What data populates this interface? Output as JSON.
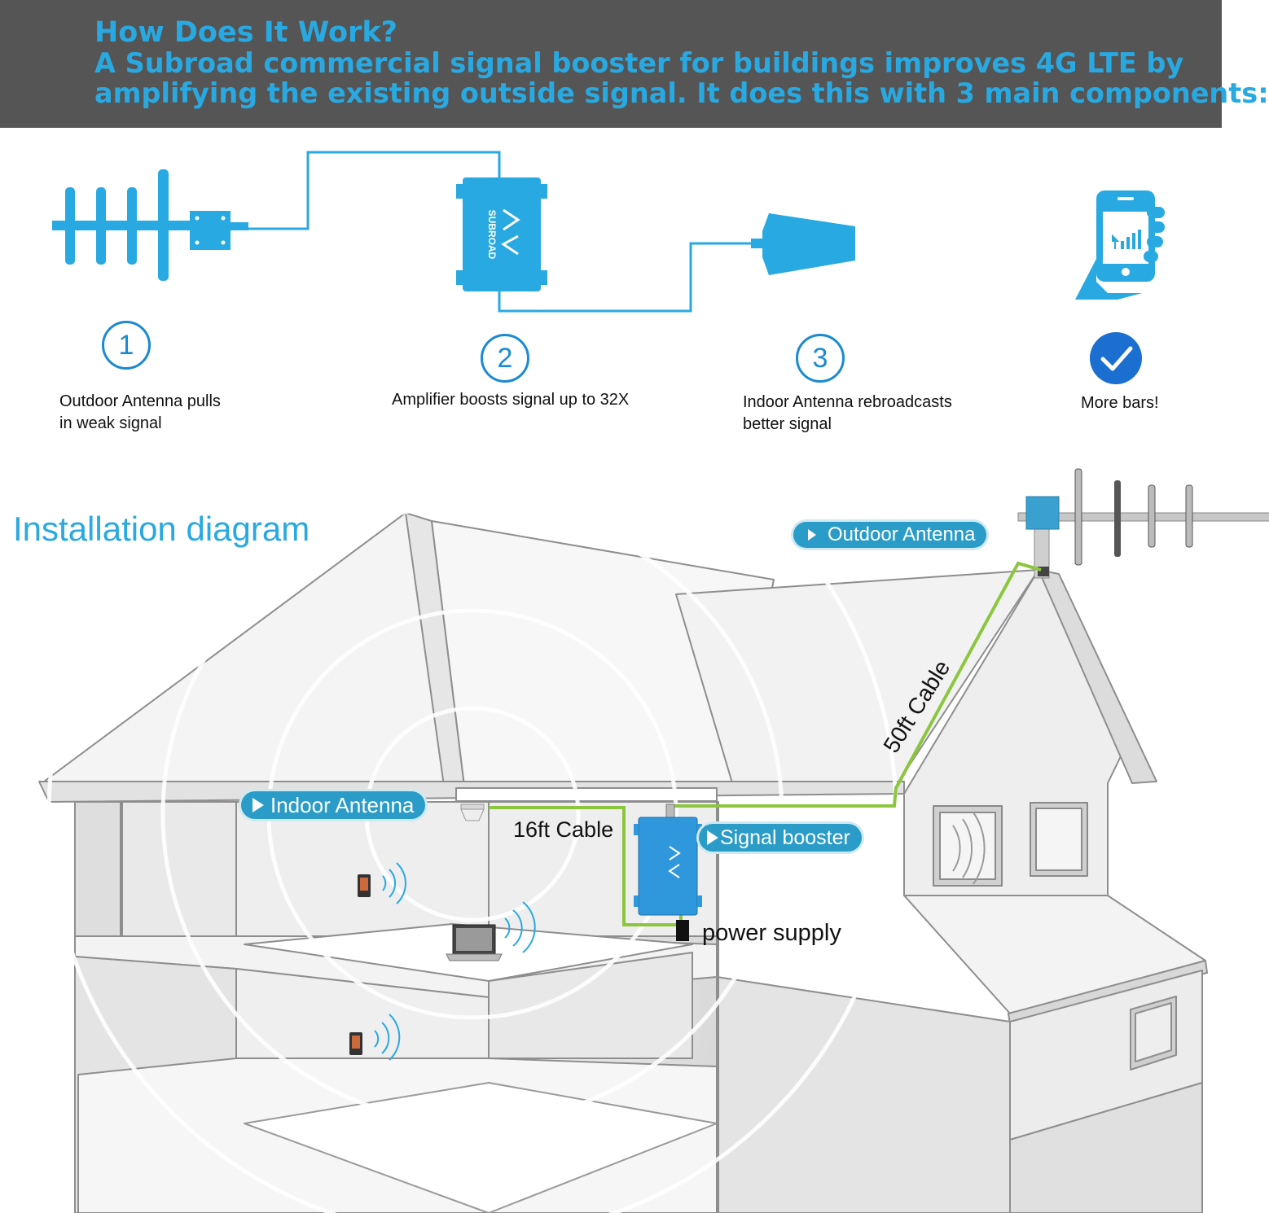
{
  "header": {
    "title": "How Does It Work?",
    "line1": "A Subroad commercial signal booster for buildings improves 4G LTE by",
    "line2": "amplifying the existing outside signal. It does this with 3 main components:"
  },
  "steps": [
    {
      "number": "1",
      "icon": "yagi-antenna-icon",
      "lines": [
        "Outdoor Antenna pulls",
        "in weak signal"
      ]
    },
    {
      "number": "2",
      "icon": "amplifier-icon",
      "lines": [
        "Amplifier boosts signal up to 32X"
      ]
    },
    {
      "number": "3",
      "icon": "panel-antenna-icon",
      "lines": [
        "Indoor Antenna rebroadcasts",
        "better signal"
      ]
    },
    {
      "number": "",
      "icon": "check-icon",
      "lines": [
        "More bars!"
      ]
    }
  ],
  "brand": {
    "name": "SUBROAD"
  },
  "section": {
    "title": "Installation diagram"
  },
  "labels": {
    "outdoor_antenna": "Outdoor Antenna",
    "indoor_antenna": "Indoor Antenna",
    "signal_booster": "Signal booster",
    "cable_16": "16ft Cable",
    "cable_50": "50ft Cable",
    "power_supply": "power supply"
  },
  "colors": {
    "accent": "#29a9e1",
    "header_bg": "#555555",
    "callout": "#2a9cc7",
    "cable": "#8cc63f",
    "circle": "#1a8ad2"
  }
}
